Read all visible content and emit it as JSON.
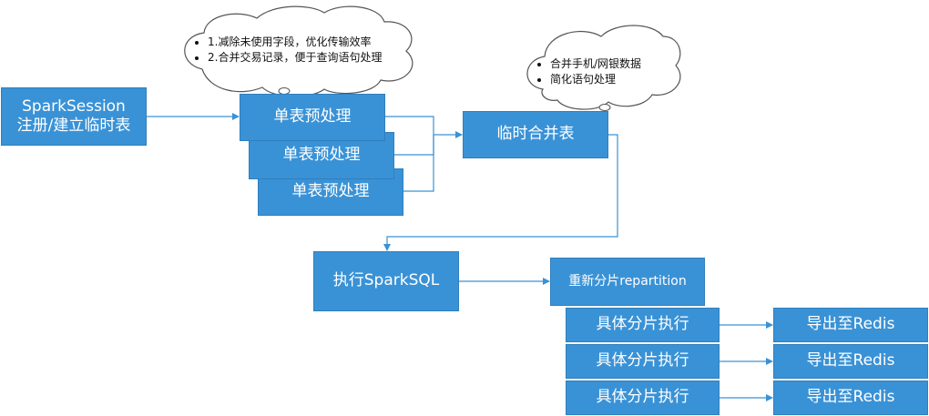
{
  "nodes": {
    "spark_session": {
      "line1": "SparkSession",
      "line2": "注册/建立临时表"
    },
    "single_table_1": "单表预处理",
    "single_table_2": "单表预处理",
    "single_table_3": "单表预处理",
    "temp_merge_table": "临时合并表",
    "exec_spark_sql": "执行SparkSQL",
    "repartition": "重新分片repartition",
    "partition_exec_1": "具体分片执行",
    "partition_exec_2": "具体分片执行",
    "partition_exec_3": "具体分片执行",
    "export_redis_1": "导出至Redis",
    "export_redis_2": "导出至Redis",
    "export_redis_3": "导出至Redis"
  },
  "notes": {
    "preprocess_note": [
      "1.减除未使用字段，优化传输效率",
      "2.合并交易记录，便于查询语句处理"
    ],
    "merge_note": [
      "合并手机/网银数据",
      "简化语句处理"
    ]
  },
  "colors": {
    "box_fill": "#3a92d6",
    "box_border": "#2f7fbd",
    "connector": "#3a92d6",
    "cloud_stroke": "#555555"
  }
}
